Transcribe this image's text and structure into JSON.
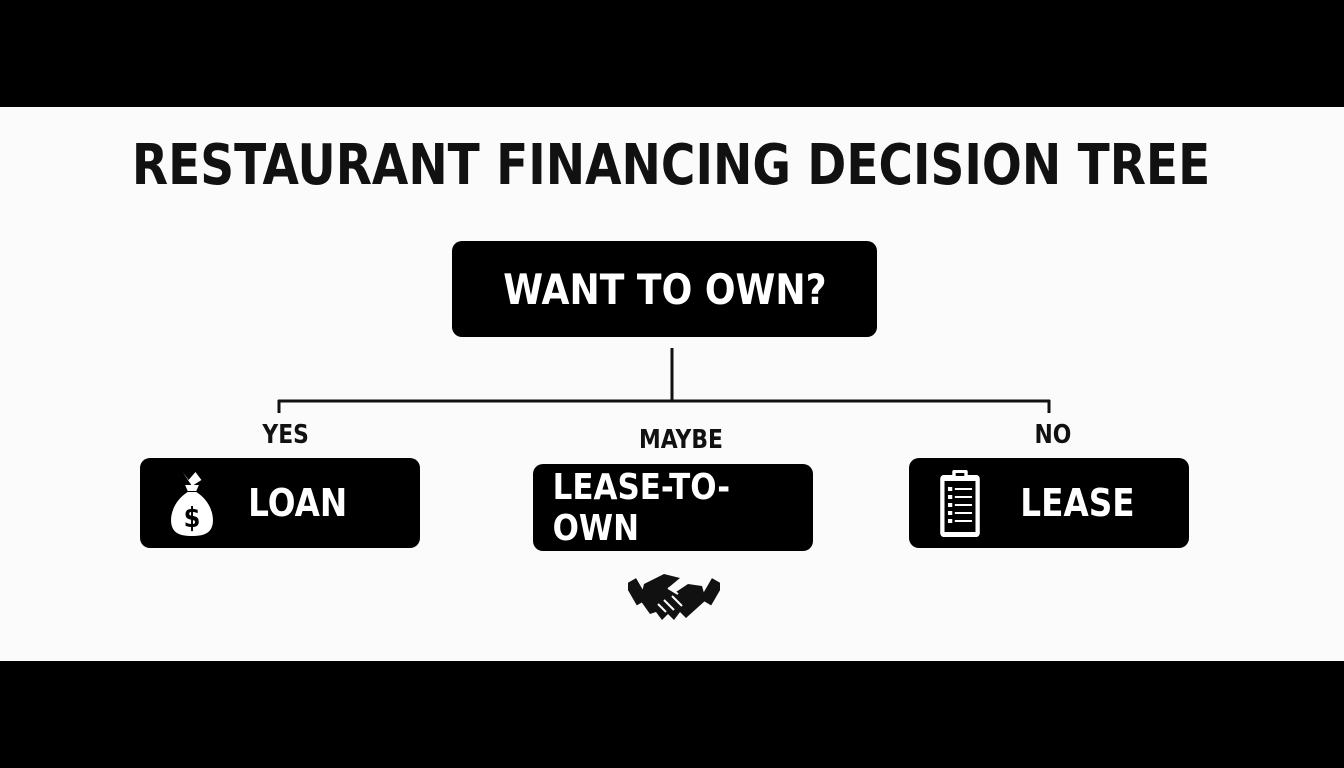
{
  "title": "RESTAURANT FINANCING DECISION TREE",
  "root": {
    "label": "WANT TO OWN?"
  },
  "branches": [
    {
      "condition": "YES",
      "outcome": "LOAN",
      "icon": "money-bag-icon"
    },
    {
      "condition": "MAYBE",
      "outcome": "LEASE-TO-OWN",
      "icon": "handshake-icon"
    },
    {
      "condition": "NO",
      "outcome": "LEASE",
      "icon": "clipboard-icon"
    }
  ],
  "colors": {
    "box": "#000000",
    "text_on_box": "#ffffff",
    "background": "#fbfbfb",
    "frame": "#000000"
  }
}
